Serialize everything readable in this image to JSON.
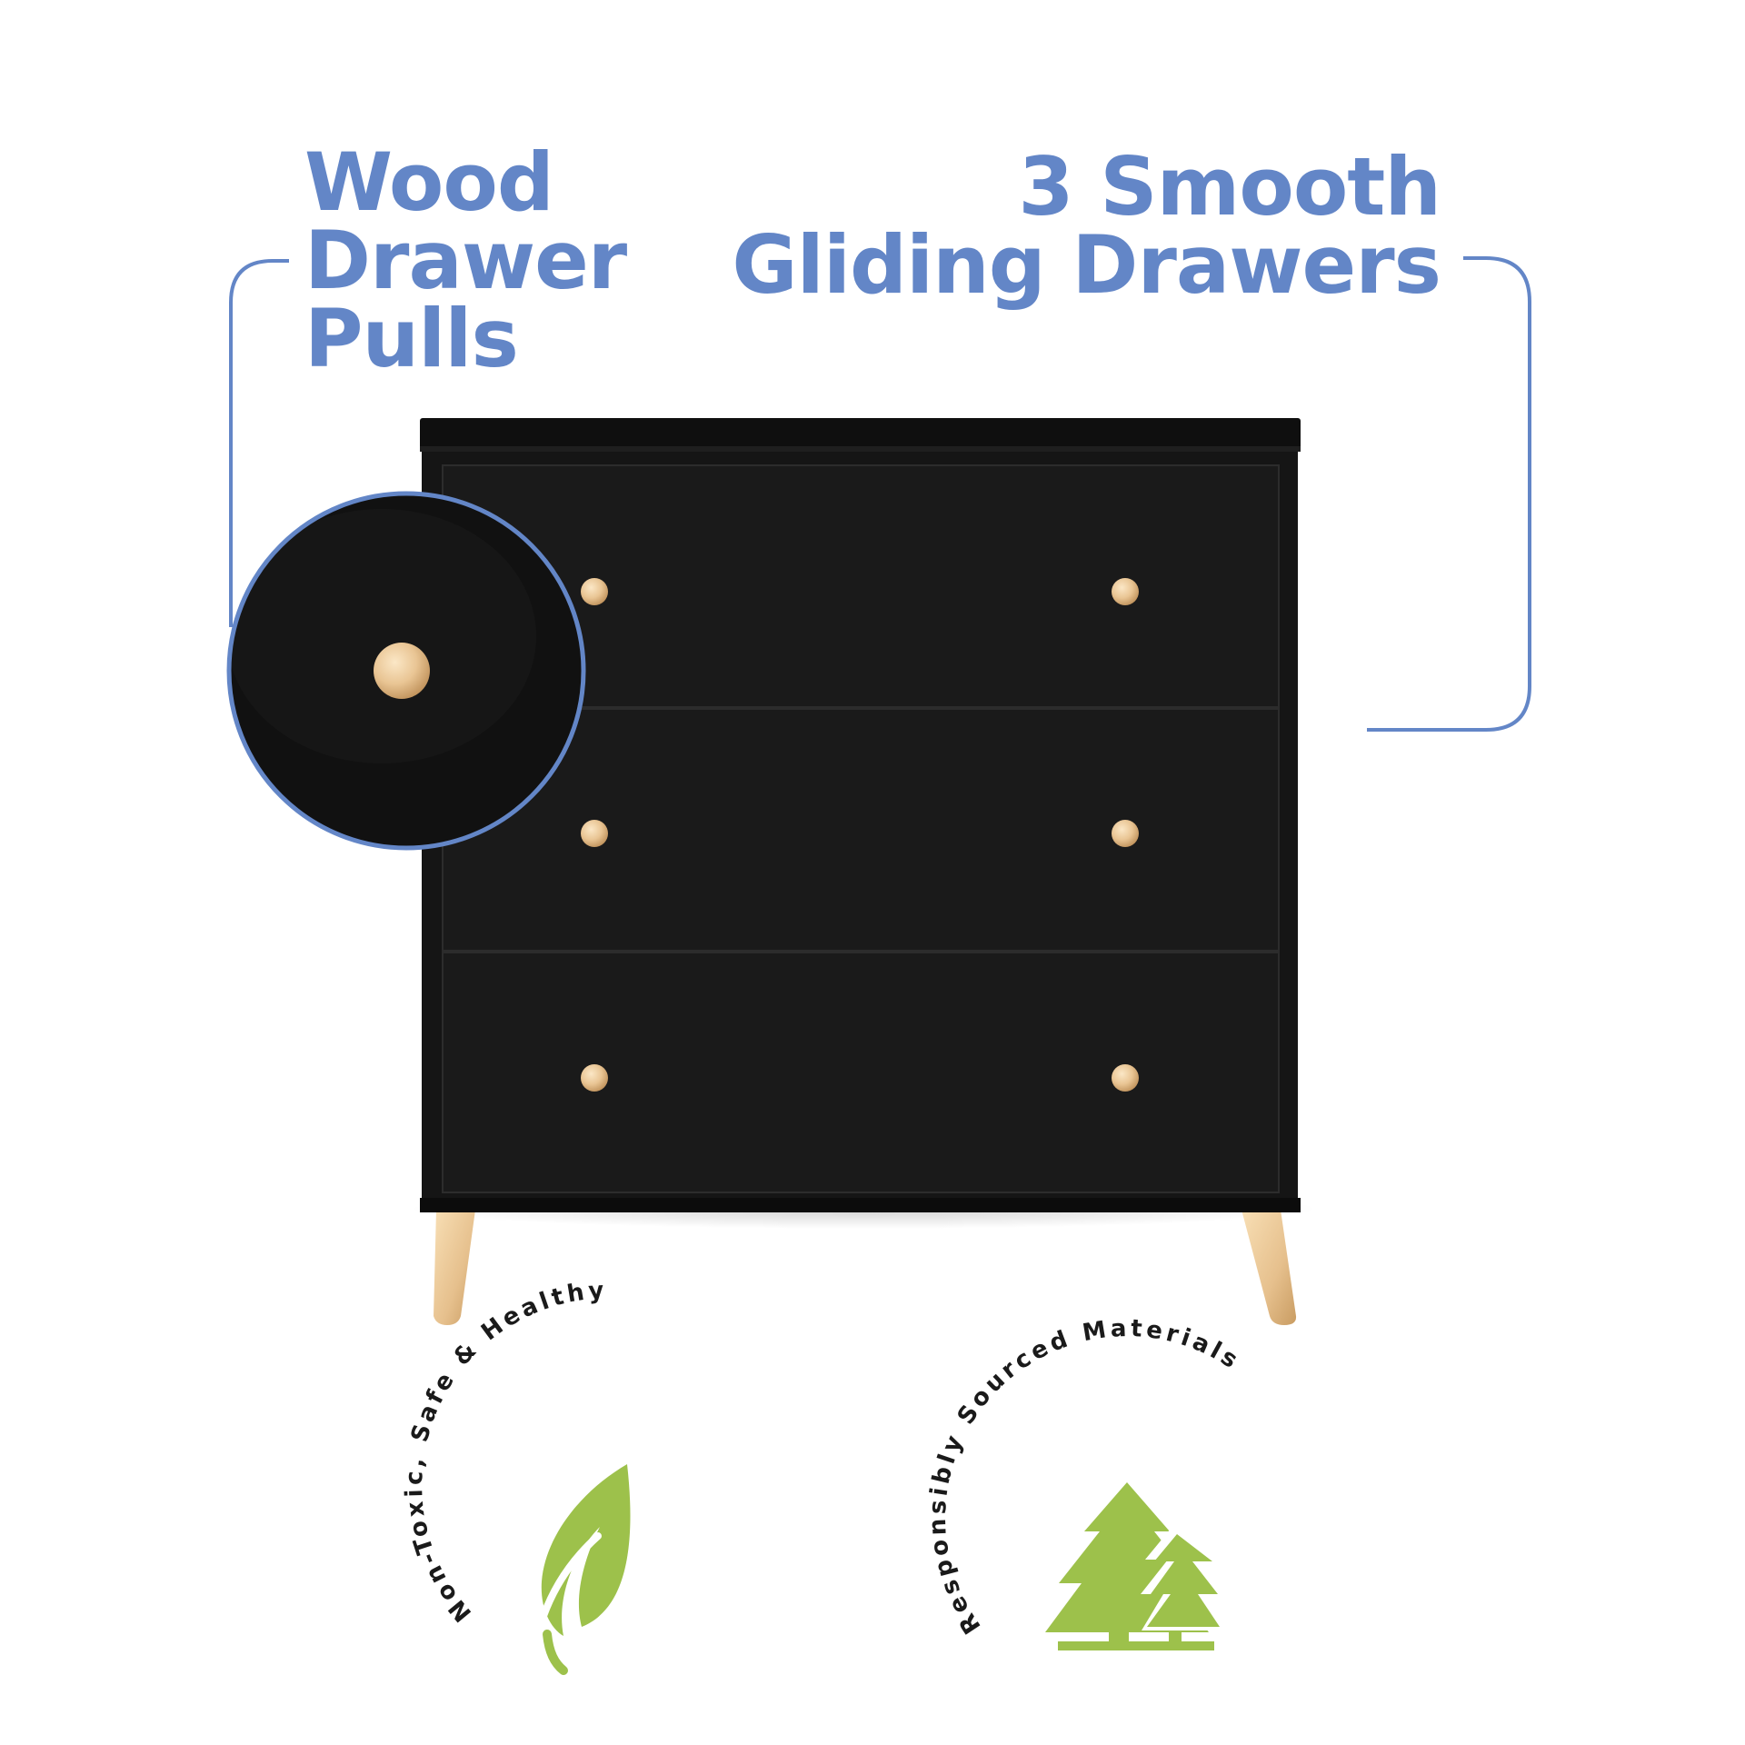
{
  "features": {
    "left": {
      "lines": [
        "Wood",
        "Drawer",
        "Pulls"
      ]
    },
    "right": {
      "lines": [
        "3 Smooth",
        "Gliding Drawers"
      ]
    }
  },
  "badges": {
    "left": {
      "text": "Non-Toxic, Safe & Healthy",
      "icon": "leaf-icon"
    },
    "right": {
      "text": "Responsibly Sourced Materials",
      "icon": "trees-icon"
    }
  },
  "colors": {
    "accent": "#6386c7",
    "dresser": "#141414",
    "wood": "#e6c08d",
    "leaf_green": "#9dc14b",
    "text_dark": "#1a1a1a"
  }
}
